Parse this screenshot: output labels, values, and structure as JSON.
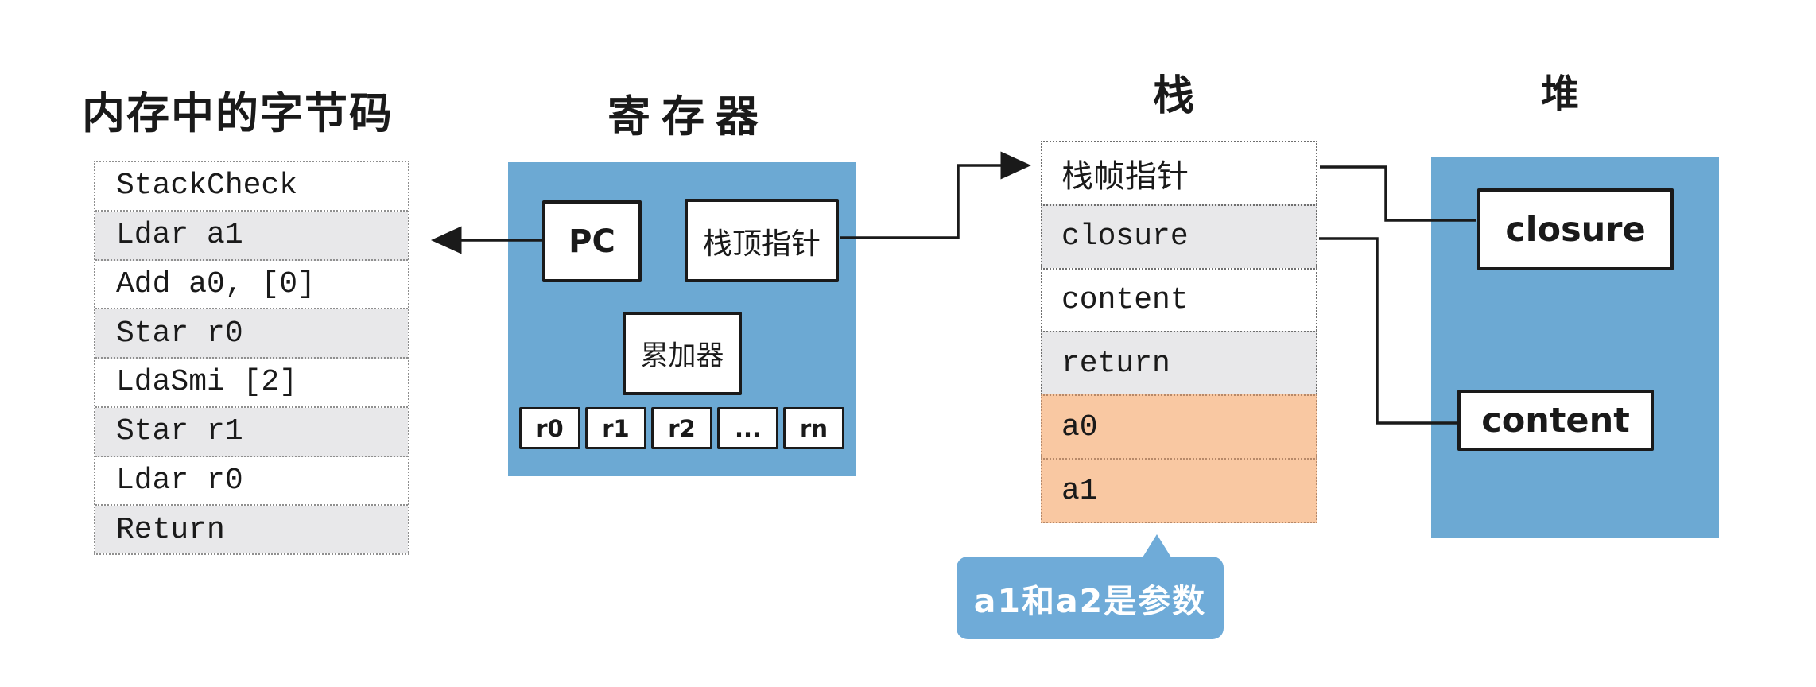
{
  "sections": {
    "bytecode": {
      "title": "内存中的字节码",
      "rows": [
        "StackCheck",
        "Ldar a1",
        "Add a0, [0]",
        "Star r0",
        "LdaSmi [2]",
        "Star r1",
        "Ldar r0",
        "Return"
      ]
    },
    "registers": {
      "title": "寄存器",
      "pc_label": "PC",
      "stack_top_pointer_label": "栈顶指针",
      "accumulator_label": "累加器",
      "register_cells": [
        "r0",
        "r1",
        "r2",
        "...",
        "rn"
      ]
    },
    "stack": {
      "title": "栈",
      "rows": [
        "栈帧指针",
        "closure",
        "content",
        "return",
        "a0",
        "a1"
      ]
    },
    "heap": {
      "title": "堆",
      "closure_label": "closure",
      "content_label": "content"
    },
    "callout": {
      "text": "a1和a2是参数"
    }
  },
  "colors": {
    "panel_blue": "#6CA9D3",
    "callout_blue": "#6FABD8",
    "row_gray": "#E8E8EA",
    "param_orange": "#F9C8A2",
    "line_black": "#1A1A1A"
  }
}
